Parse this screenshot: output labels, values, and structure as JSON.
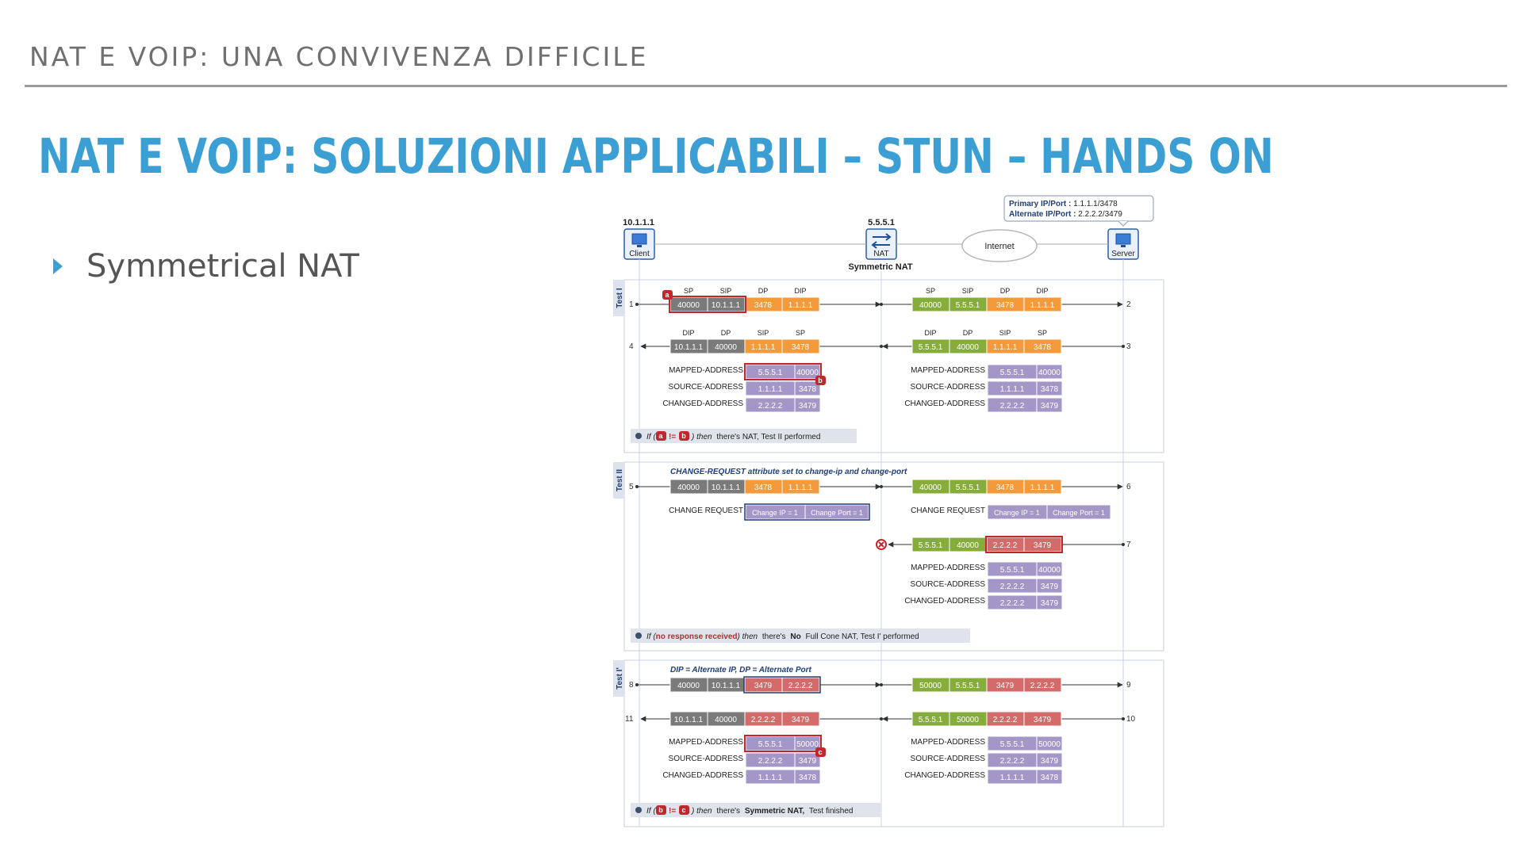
{
  "header": {
    "section_title": "NAT E VOIP: UNA CONVIVENZA DIFFICILE",
    "slide_title": "NAT E VOIP: SOLUZIONI APPLICABILI – STUN – HANDS ON"
  },
  "bullet": {
    "text": "Symmetrical NAT"
  },
  "colors": {
    "title_blue": "#3b9fd4",
    "gray_cell": "#7a7a7a",
    "orange_cell": "#f39a3c",
    "green_cell": "#86ad3b",
    "purple_cell": "#a596c8",
    "red_cell": "#d36b6b",
    "highlight_red": "#c0282d",
    "navy": "#1f3e77"
  },
  "diagram": {
    "nodes": {
      "client": {
        "ip": "10.1.1.1",
        "label": "Client"
      },
      "nat": {
        "ip": "5.5.5.1",
        "label": "NAT",
        "caption": "Symmetric NAT"
      },
      "internet": {
        "label": "Internet"
      },
      "server": {
        "label": "Server"
      }
    },
    "server_info": {
      "primary_label": "Primary IP/Port :",
      "primary_value": "1.1.1.1/3478",
      "alternate_label": "Alternate IP/Port :",
      "alternate_value": "2.2.2.2/3479"
    },
    "markers": {
      "a": "a",
      "b": "b",
      "c": "c"
    },
    "header_labels": {
      "sp": "SP",
      "sip": "SIP",
      "dp": "DP",
      "dip": "DIP"
    },
    "field_labels": {
      "mapped": "MAPPED-ADDRESS",
      "source": "SOURCE-ADDRESS",
      "changed": "CHANGED-ADDRESS",
      "change_request": "CHANGE REQUEST"
    },
    "test1": {
      "tab": "Test I",
      "steps": {
        "s1": "1",
        "s2": "2",
        "s3": "3",
        "s4": "4"
      },
      "r1": [
        "40000",
        "10.1.1.1",
        "3478",
        "1.1.1.1"
      ],
      "r2": [
        "40000",
        "5.5.5.1",
        "3478",
        "1.1.1.1"
      ],
      "r3": [
        "5.5.5.1",
        "40000",
        "1.1.1.1",
        "3478"
      ],
      "r4": [
        "10.1.1.1",
        "40000",
        "1.1.1.1",
        "3478"
      ],
      "left_attrs": {
        "mapped": [
          "5.5.5.1",
          "40000"
        ],
        "source": [
          "1.1.1.1",
          "3478"
        ],
        "changed": [
          "2.2.2.2",
          "3479"
        ]
      },
      "right_attrs": {
        "mapped": [
          "5.5.5.1",
          "40000"
        ],
        "source": [
          "1.1.1.1",
          "3478"
        ],
        "changed": [
          "2.2.2.2",
          "3479"
        ]
      },
      "note_if": "If (",
      "note_neq": "!=",
      "note_then": ") then",
      "note_rest": "there's NAT, Test II performed"
    },
    "test2": {
      "tab": "Test II",
      "caption": "CHANGE-REQUEST attribute set to change-ip and change-port",
      "steps": {
        "s5": "5",
        "s6": "6",
        "s7": "7"
      },
      "r5": [
        "40000",
        "10.1.1.1",
        "3478",
        "1.1.1.1"
      ],
      "r6": [
        "40000",
        "5.5.5.1",
        "3478",
        "1.1.1.1"
      ],
      "change_cells": [
        "Change IP = 1",
        "Change Port = 1"
      ],
      "r7": [
        "5.5.5.1",
        "40000",
        "2.2.2.2",
        "3479"
      ],
      "right_attrs": {
        "mapped": [
          "5.5.5.1",
          "40000"
        ],
        "source": [
          "2.2.2.2",
          "3479"
        ],
        "changed": [
          "2.2.2.2",
          "3479"
        ]
      },
      "note_if": "If (",
      "note_red": "no response received",
      "note_then": ") then",
      "note_mid": "there's",
      "note_bold": "No",
      "note_rest": "Full Cone NAT, Test I' performed"
    },
    "test3": {
      "tab": "Test I'",
      "caption": "DIP = Alternate IP, DP = Alternate Port",
      "steps": {
        "s8": "8",
        "s9": "9",
        "s10": "10",
        "s11": "11"
      },
      "r8": [
        "40000",
        "10.1.1.1",
        "3479",
        "2.2.2.2"
      ],
      "r9": [
        "50000",
        "5.5.5.1",
        "3479",
        "2.2.2.2"
      ],
      "r10": [
        "5.5.5.1",
        "50000",
        "2.2.2.2",
        "3479"
      ],
      "r11": [
        "10.1.1.1",
        "40000",
        "2.2.2.2",
        "3479"
      ],
      "left_attrs": {
        "mapped": [
          "5.5.5.1",
          "50000"
        ],
        "source": [
          "2.2.2.2",
          "3479"
        ],
        "changed": [
          "1.1.1.1",
          "3478"
        ]
      },
      "right_attrs": {
        "mapped": [
          "5.5.5.1",
          "50000"
        ],
        "source": [
          "2.2.2.2",
          "3479"
        ],
        "changed": [
          "1.1.1.1",
          "3478"
        ]
      },
      "note_if": "If (",
      "note_neq": "!=",
      "note_then": ") then",
      "note_mid": "there's",
      "note_bold": "Symmetric NAT,",
      "note_rest": "Test finished"
    }
  }
}
